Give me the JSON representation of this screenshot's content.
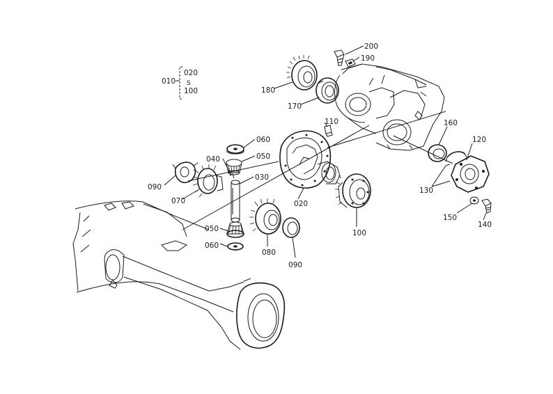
{
  "diagram": {
    "range_note": {
      "prefix": "010",
      "start": "020",
      "sep": "S",
      "end": "100"
    },
    "callouts": [
      {
        "id": "c200",
        "label": "200"
      },
      {
        "id": "c190",
        "label": "190"
      },
      {
        "id": "c180",
        "label": "180"
      },
      {
        "id": "c170",
        "label": "170"
      },
      {
        "id": "c160",
        "label": "160"
      },
      {
        "id": "c120",
        "label": "120"
      },
      {
        "id": "c130",
        "label": "130"
      },
      {
        "id": "c150",
        "label": "150"
      },
      {
        "id": "c140",
        "label": "140"
      },
      {
        "id": "c110",
        "label": "110"
      },
      {
        "id": "c060a",
        "label": "060"
      },
      {
        "id": "c050a",
        "label": "050"
      },
      {
        "id": "c040",
        "label": "040"
      },
      {
        "id": "c030",
        "label": "030"
      },
      {
        "id": "c090a",
        "label": "090"
      },
      {
        "id": "c070",
        "label": "070"
      },
      {
        "id": "c020",
        "label": "020"
      },
      {
        "id": "c100",
        "label": "100"
      },
      {
        "id": "c050b",
        "label": "050"
      },
      {
        "id": "c060b",
        "label": "060"
      },
      {
        "id": "c080",
        "label": "080"
      },
      {
        "id": "c090b",
        "label": "090"
      }
    ]
  }
}
